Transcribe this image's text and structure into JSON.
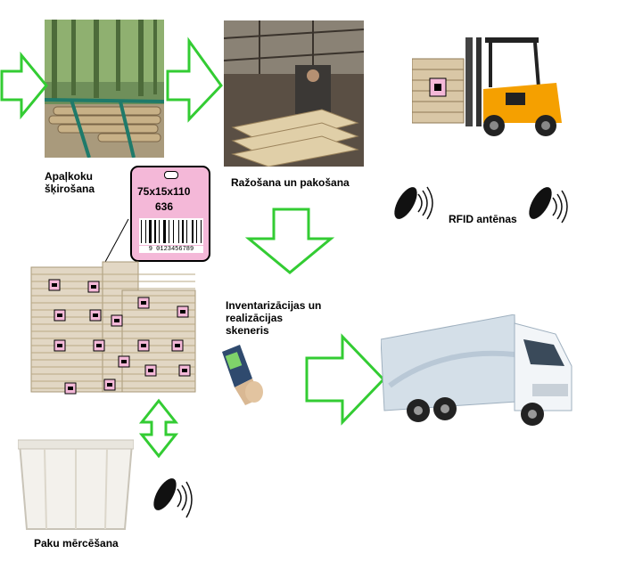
{
  "labels": {
    "sorting": [
      "Apaļkoku",
      "šķirošana"
    ],
    "production": "Ražošana un pakošana",
    "rfid": "RFID antēnas",
    "scanner": [
      "Inventarizācijas un",
      "realizācijas",
      "skeneris"
    ],
    "measuring": "Paku mērcēšana"
  },
  "tag": {
    "size": "75x15x110",
    "number": "636",
    "barcode": "9 0123456789"
  },
  "colors": {
    "arrow_stroke": "#33cc33",
    "tag_fill": "#f4b8d8",
    "tag_border": "#000000",
    "forklift": "#f5a000",
    "truck": "#e8eef4"
  }
}
